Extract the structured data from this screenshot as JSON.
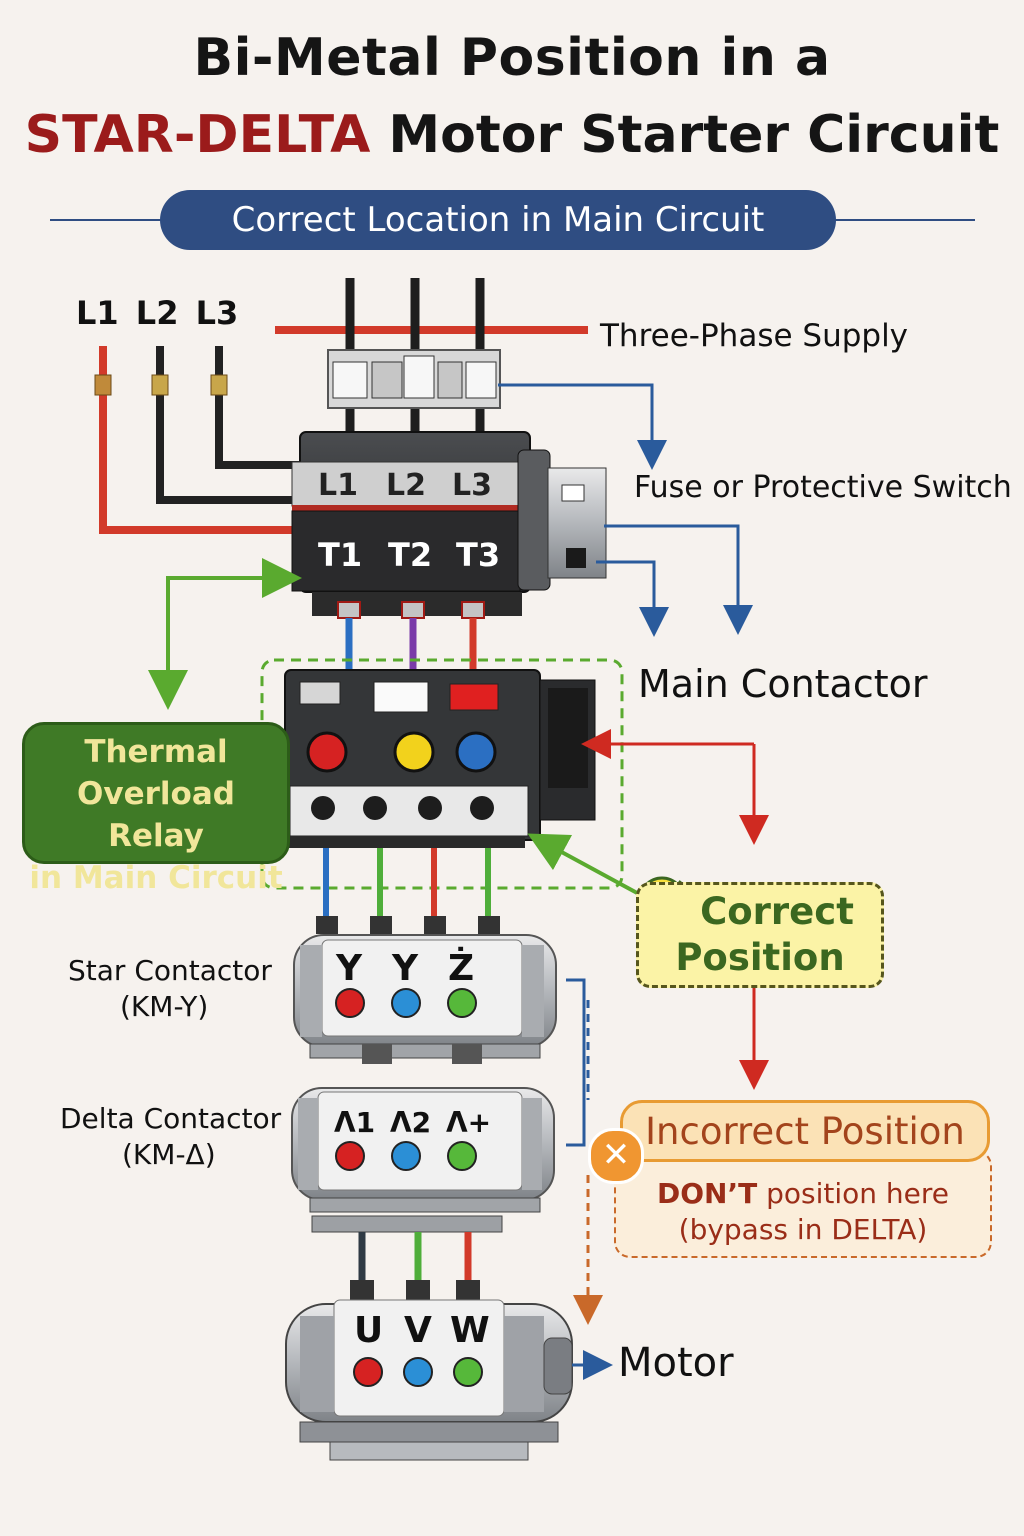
{
  "title": {
    "line1": "Bi-Metal Position in a",
    "line2_accent": "STAR-DELTA",
    "line2_rest": " Motor Starter Circuit"
  },
  "banner": "Correct Location in Main Circuit",
  "supply": {
    "phases": "L1 L2 L3",
    "label": "Three-Phase Supply"
  },
  "fuse_label": "Fuse or Protective Switch",
  "main_contactor": {
    "label": "Main Contactor",
    "top_terminals": [
      "L1",
      "L2",
      "L3"
    ],
    "bottom_terminals": [
      "T1",
      "T2",
      "T3"
    ]
  },
  "thermal_overload": {
    "lines": [
      "Thermal",
      "Overload Relay",
      "in Main Circuit"
    ]
  },
  "correct": {
    "lines": [
      "Correct",
      "Position"
    ]
  },
  "star_contactor": {
    "label_line1": "Star Contactor",
    "label_line2": "(KM-Y)",
    "terminals": [
      "Y",
      "Y",
      "Ż"
    ]
  },
  "delta_contactor": {
    "label_line1": "Delta Contactor",
    "label_line2": "(KM-Δ)",
    "terminals": [
      "Λ1",
      "Λ2",
      "Λ+"
    ]
  },
  "incorrect": {
    "title": "Incorrect Position",
    "line1_bold": "DON’T",
    "line1_rest": " position here",
    "line2": "(bypass in DELTA)"
  },
  "motor": {
    "label": "Motor",
    "terminals": [
      "U",
      "V",
      "W"
    ]
  },
  "colors": {
    "phase_red": "#d23a2a",
    "phase_blue": "#2b6fc2",
    "phase_green": "#4fae3a",
    "phase_yellow": "#f2d21c",
    "accent_title": "#9b1b1b",
    "banner": "#2f4d82",
    "arrow_blue": "#2a5b9c",
    "arrow_red": "#cf2a21",
    "arrow_green": "#5aaa2f"
  }
}
